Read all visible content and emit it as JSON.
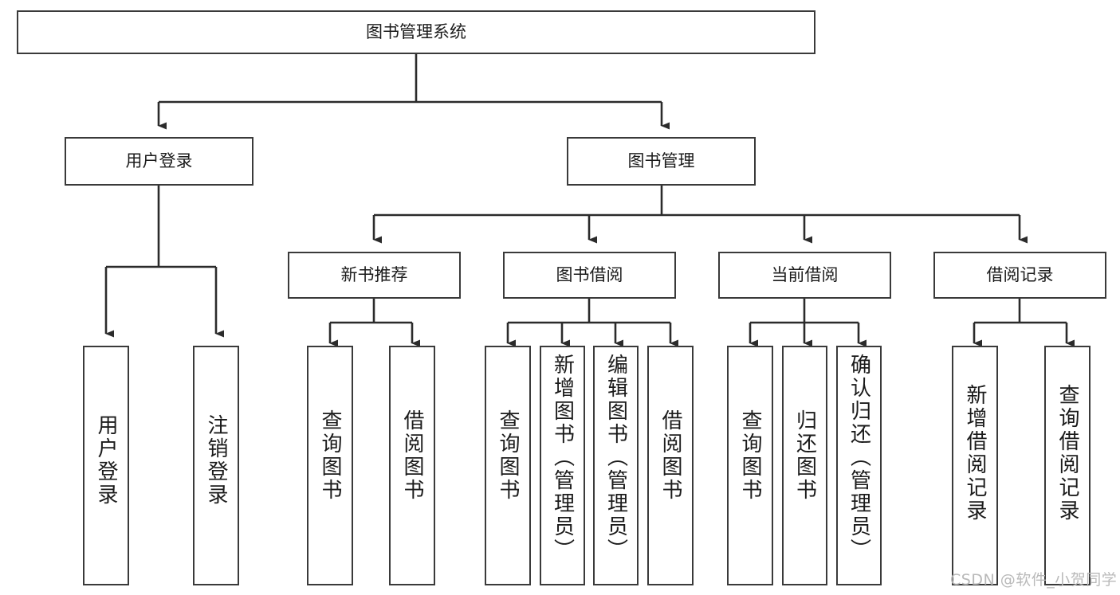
{
  "diagram": {
    "title_node": {
      "label": "图书管理系统"
    },
    "colors": {
      "box_border": "#3a3a3a",
      "edge": "#2b2b2b",
      "text": "#1b1b1b",
      "background": "#ffffff",
      "watermark": "#b9b9b9"
    },
    "level1": [
      {
        "id": "user-login",
        "label": "用户登录"
      },
      {
        "id": "book-manage",
        "label": "图书管理"
      }
    ],
    "level2": [
      {
        "id": "new-book-recommend",
        "label": "新书推荐"
      },
      {
        "id": "book-borrow",
        "label": "图书借阅"
      },
      {
        "id": "current-borrow",
        "label": "当前借阅"
      },
      {
        "id": "borrow-record",
        "label": "借阅记录"
      }
    ],
    "leaves": {
      "user_login": [
        {
          "id": "leaf-user-login",
          "label": "用户登录"
        },
        {
          "id": "leaf-logout",
          "label": "注销登录"
        }
      ],
      "new_book_recommend": [
        {
          "id": "leaf-query-book-1",
          "label": "查询图书"
        },
        {
          "id": "leaf-borrow-book-1",
          "label": "借阅图书"
        }
      ],
      "book_borrow": [
        {
          "id": "leaf-query-book-2",
          "label": "查询图书"
        },
        {
          "id": "leaf-add-book",
          "label": "新增图书（管理员）"
        },
        {
          "id": "leaf-edit-book",
          "label": "编辑图书（管理员）"
        },
        {
          "id": "leaf-borrow-book-2",
          "label": "借阅图书"
        }
      ],
      "current_borrow": [
        {
          "id": "leaf-query-book-3",
          "label": "查询图书"
        },
        {
          "id": "leaf-return-book",
          "label": "归还图书"
        },
        {
          "id": "leaf-confirm-return",
          "label": "确认归还（管理员）"
        }
      ],
      "borrow_record": [
        {
          "id": "leaf-add-record",
          "label": "新增借阅记录"
        },
        {
          "id": "leaf-query-record",
          "label": "查询借阅记录"
        }
      ]
    },
    "watermark": {
      "text": "CSDN @软件_小贺同学"
    }
  }
}
